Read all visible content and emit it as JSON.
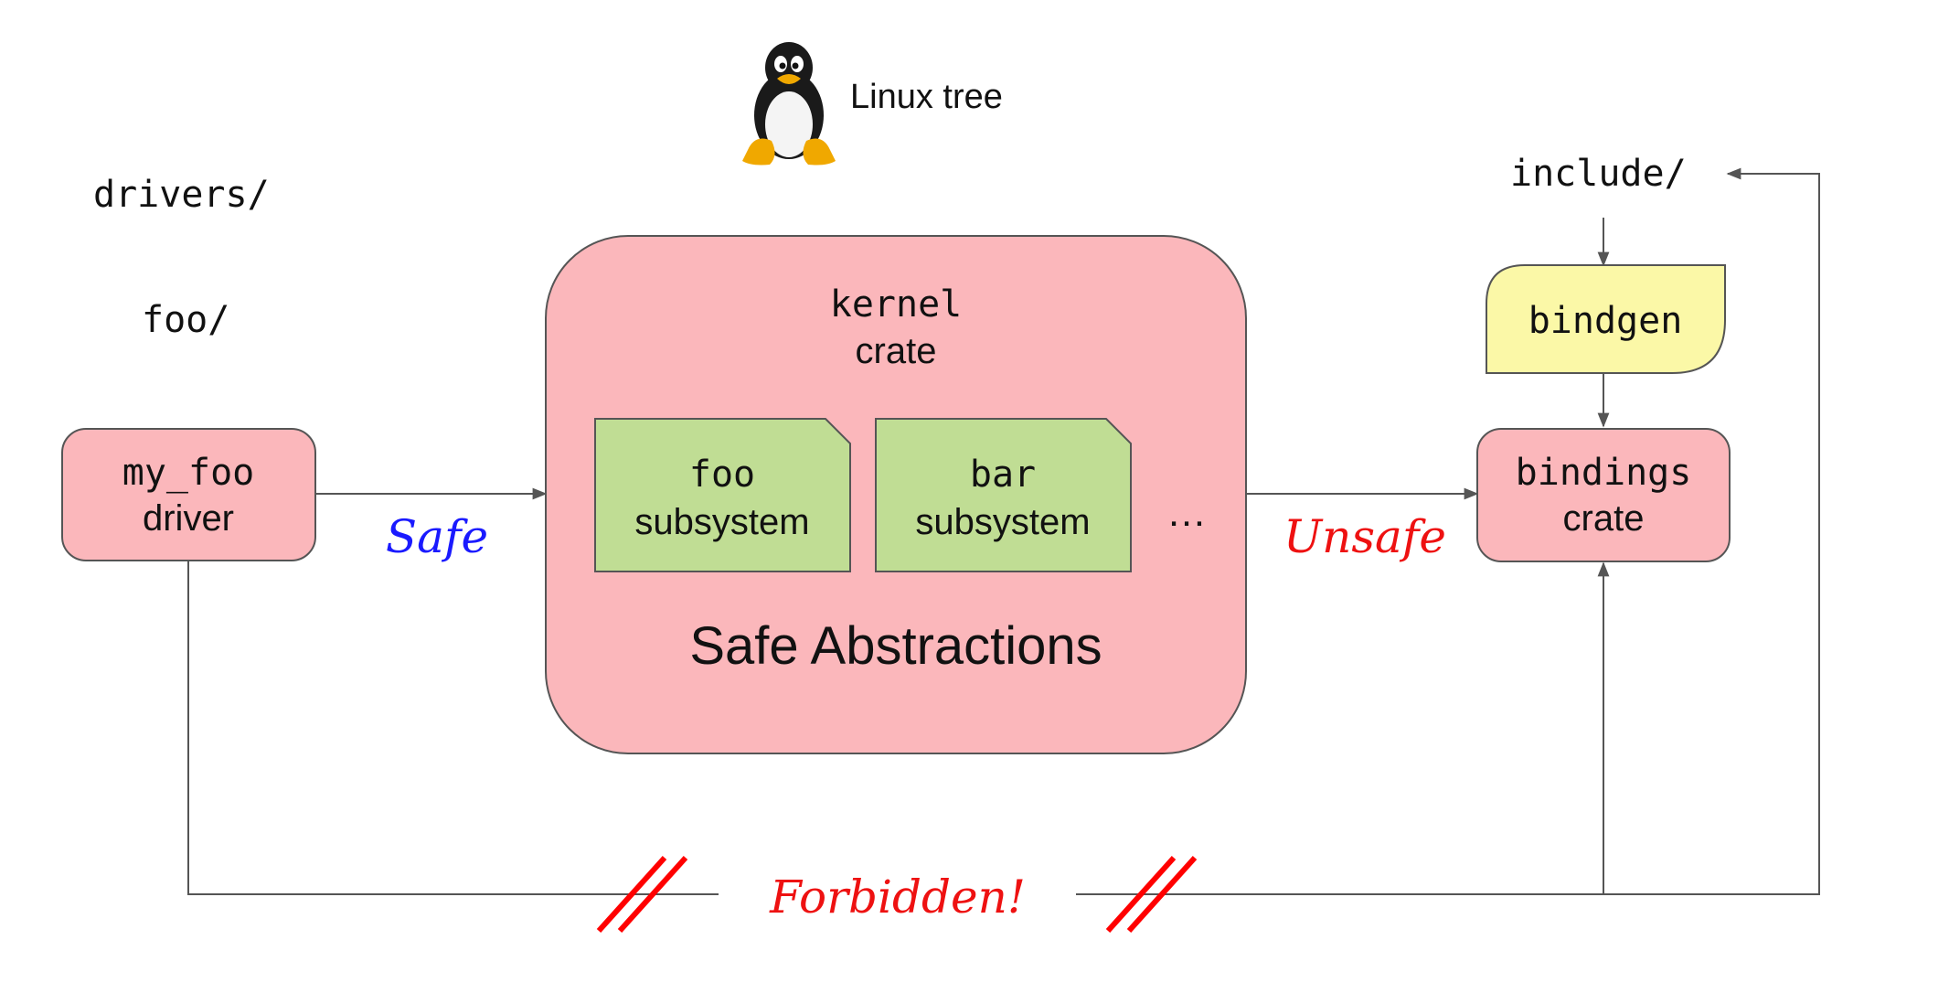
{
  "header": {
    "tree_label": "Linux tree",
    "tux_icon": "tux-penguin-icon"
  },
  "paths": {
    "drivers": "drivers/",
    "foo": "foo/",
    "include": "include/"
  },
  "nodes": {
    "my_foo_driver": {
      "line1": "my_foo",
      "line2": "driver"
    },
    "kernel_crate": {
      "line1": "kernel",
      "line2": "crate"
    },
    "foo_subsystem": {
      "line1": "foo",
      "line2": "subsystem"
    },
    "bar_subsystem": {
      "line1": "bar",
      "line2": "subsystem"
    },
    "ellipsis": "…",
    "safe_abstractions": "Safe Abstractions",
    "bindgen": "bindgen",
    "bindings_crate": {
      "line1": "bindings",
      "line2": "crate"
    }
  },
  "edges": {
    "safe": "Safe",
    "unsafe": "Unsafe",
    "forbidden": "Forbidden!"
  },
  "colors": {
    "crate_fill": "#fbb7bb",
    "subsystem_fill": "#c0dd94",
    "bindgen_fill": "#fbf8a7",
    "stroke": "#555555",
    "safe_text": "#1a1aff",
    "unsafe_text": "#ee1111"
  }
}
